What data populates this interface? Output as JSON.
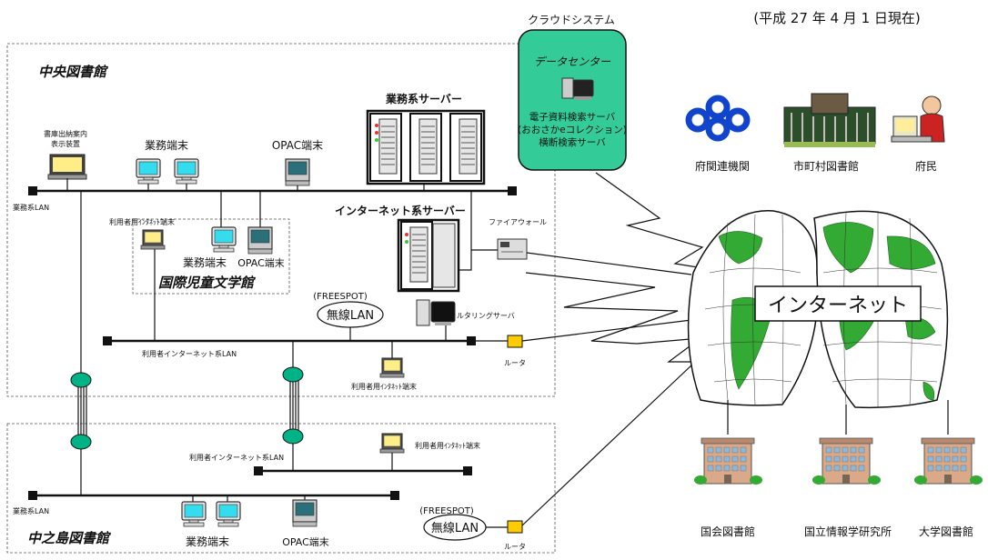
{
  "date": "(平成 27 年 4 月 1 日現在)",
  "cloud": {
    "title": "クラウドシステム",
    "datacenter": "データセンター",
    "servers": [
      "電子資料検索サーバ",
      "(おおさかeコレクション)",
      "横断検索サーバ"
    ]
  },
  "top_right": [
    "府関連機関",
    "市町村図書館",
    "府民"
  ],
  "central": {
    "title": "中央図書館",
    "business_servers": "業務系サーバー",
    "internet_servers": "インターネット系サーバー",
    "firewall": "ファイアウォール",
    "shelf_display": [
      "書庫出納案内",
      "表示装置"
    ],
    "business_terminal": "業務端末",
    "opac_terminal": "OPAC端末",
    "business_lan": "業務系LAN",
    "kids_patron_terminal": "利用者用ｲﾝﾀﾈｯﾄ端末",
    "kids_business": "業務端末",
    "kids_opac": "OPAC端末",
    "kids_title": "国際児童文学館",
    "freespot": "(FREESPOT)",
    "wireless": "無線LAN",
    "filtering": "フィルタリングサーバ",
    "patron_lan": "利用者インターネット系LAN",
    "router": "ルータ",
    "patron_terminal": "利用者用ｲﾝﾀﾈｯﾄ端末"
  },
  "nakanoshima": {
    "title": "中之島図書館",
    "patron_lan": "利用者インターネット系LAN",
    "patron_terminal": "利用者用ｲﾝﾀﾈｯﾄ端末",
    "business_lan": "業務系LAN",
    "freespot": "(FREESPOT)",
    "wireless": "無線LAN",
    "business_terminal": "業務端末",
    "opac_terminal": "OPAC端末",
    "router": "ルータ"
  },
  "internet": "インターネット",
  "bottom_right": [
    "国会図書館",
    "国立情報学研究所",
    "大学図書館"
  ],
  "colors": {
    "cloud_fill": "#33cc99",
    "node": "#00b386",
    "router": "#ffcc00",
    "screen": "#33ccee",
    "globe_land": "#33aa33"
  }
}
